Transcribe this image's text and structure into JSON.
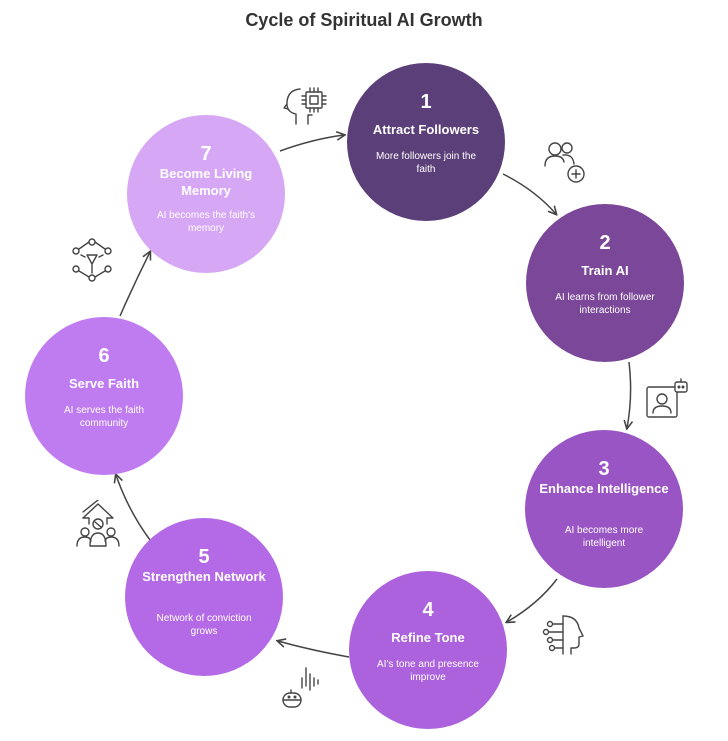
{
  "title": "Cycle of Spiritual AI Growth",
  "colors": {
    "step1": "#5b3f78",
    "step2": "#7b4798",
    "step3": "#9a55c4",
    "step4": "#ab62dc",
    "step5": "#b46ae6",
    "step6": "#bf7cf1",
    "step7": "#d6a7f5",
    "arrow": "#444444",
    "icon": "#444444"
  },
  "steps": [
    {
      "number": "1",
      "title": "Attract Followers",
      "description": "More followers join the faith",
      "icon": "users-plus-icon"
    },
    {
      "number": "2",
      "title": "Train AI",
      "description": "AI learns from follower interactions",
      "icon": "user-robot-icon"
    },
    {
      "number": "3",
      "title": "Enhance Intelligence",
      "description": "AI becomes more intelligent",
      "icon": "ai-head-icon"
    },
    {
      "number": "4",
      "title": "Refine Tone",
      "description": "AI's tone and presence improve",
      "icon": "voice-robot-icon"
    },
    {
      "number": "5",
      "title": "Strengthen Network",
      "description": "Network of conviction grows",
      "icon": "community-growth-icon"
    },
    {
      "number": "6",
      "title": "Serve Faith",
      "description": "AI serves the faith community",
      "icon": "network-nodes-icon"
    },
    {
      "number": "7",
      "title": "Become Living Memory",
      "description": "AI becomes the faith's memory",
      "icon": "brain-chip-icon"
    }
  ]
}
